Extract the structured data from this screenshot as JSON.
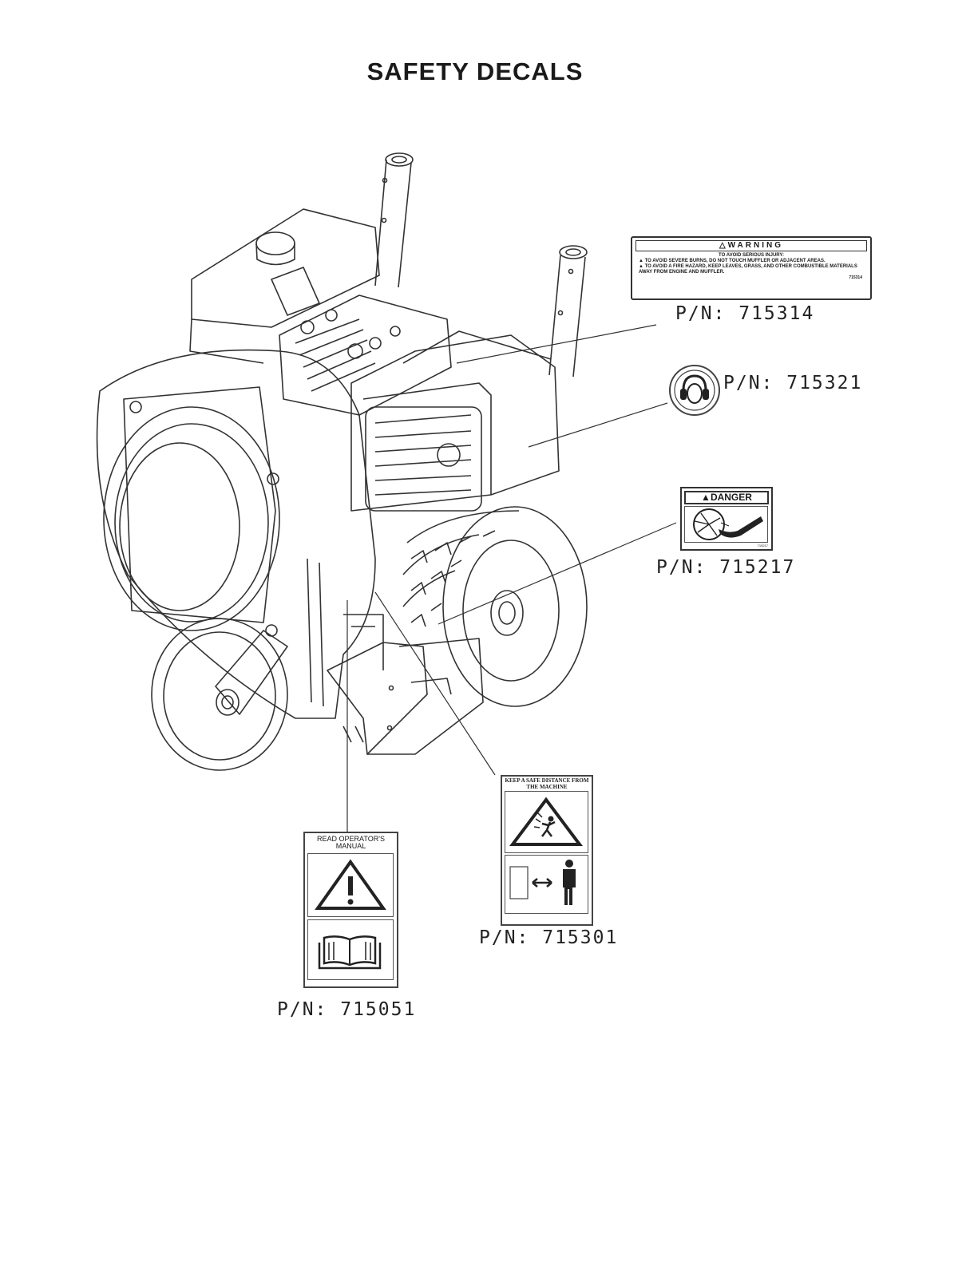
{
  "title": "SAFETY DECALS",
  "decals": [
    {
      "part_number": "P/N: 715314",
      "header": "WARNING",
      "lines": [
        "TO AVOID SERIOUS INJURY:",
        "▲ TO AVOID SEVERE BURNS, DO NOT TOUCH MUFFLER OR ADJACENT AREAS.",
        "▲ TO AVOID A FIRE HAZARD, KEEP LEAVES, GRASS, AND OTHER COMBUSTIBLE MATERIALS AWAY FROM ENGINE AND MUFFLER."
      ],
      "code": "715314"
    },
    {
      "part_number": "P/N: 715321",
      "icon": "hearing-protection-icon"
    },
    {
      "part_number": "P/N: 715217",
      "header": "DANGER",
      "icon": "impeller-hand-icon",
      "code": "715217"
    },
    {
      "part_number": "P/N: 715301",
      "header": "KEEP A SAFE DISTANCE FROM THE MACHINE",
      "icons": [
        "thrown-object-warning-icon",
        "safe-distance-icon"
      ]
    },
    {
      "part_number": "P/N: 715051",
      "header": "READ OPERATOR'S MANUAL",
      "icons": [
        "exclamation-warning-icon",
        "open-book-icon"
      ]
    }
  ]
}
